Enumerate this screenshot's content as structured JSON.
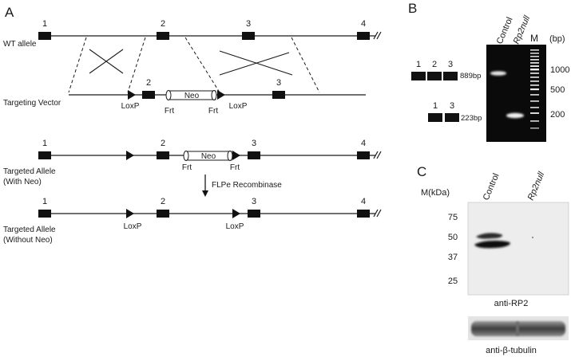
{
  "panels": {
    "a": "A",
    "b": "B",
    "c": "C"
  },
  "panel_a": {
    "wt_allele": "WT allele",
    "targeting_vector": "Targeting Vector",
    "targeted_with_neo_line1": "Targeted Allele",
    "targeted_with_neo_line2": "(With Neo)",
    "targeted_without_neo_line1": "Targeted Allele",
    "targeted_without_neo_line2": "(Without Neo)",
    "exon_1": "1",
    "exon_2": "2",
    "exon_3": "3",
    "exon_4": "4",
    "loxp": "LoxP",
    "frt": "Frt",
    "neo": "Neo",
    "flpe": "FLPe Recombinase"
  },
  "panel_b": {
    "band_889_label": "889bp",
    "band_223_label": "223bp",
    "exons_889": [
      "1",
      "2",
      "3"
    ],
    "exons_223": [
      "1",
      "3"
    ],
    "lane_control": "Control",
    "lane_null": "Rp2null",
    "lane_marker": "M",
    "bp_unit": "(bp)",
    "ladder_labels": [
      "1000",
      "500",
      "200"
    ]
  },
  "panel_c": {
    "mkda": "M(kDa)",
    "lane_control": "Control",
    "lane_null": "Rp2null",
    "markers": [
      "75",
      "50",
      "37",
      "25"
    ],
    "blot_rp2": "anti-RP2",
    "blot_tubulin": "anti-β-tubulin"
  },
  "colors": {
    "line": "#1a1a1a",
    "gel_background": "#0a0a0a",
    "gel_band": "#e6e6e6",
    "blot_background": "#ededed"
  }
}
